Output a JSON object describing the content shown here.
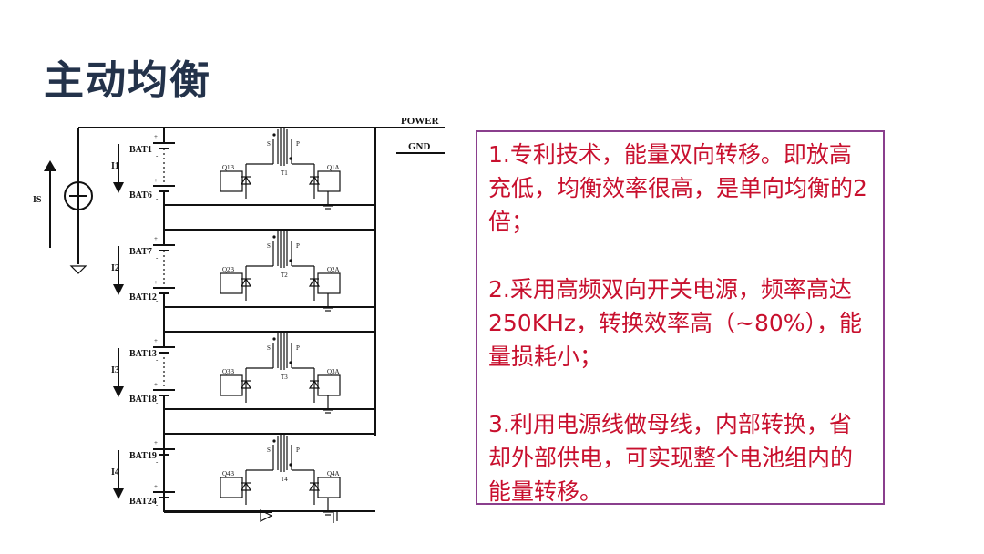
{
  "slide": {
    "title": "主动均衡"
  },
  "schematic": {
    "power_label": "POWER",
    "gnd_label": "GND",
    "source_label": "IS",
    "sections": [
      {
        "top_bat": "BAT1",
        "bottom_bat": "BAT6",
        "current": "I1",
        "transformer": "T1",
        "sw_left": "Q1B",
        "sw_right": "Q1A"
      },
      {
        "top_bat": "BAT7",
        "bottom_bat": "BAT12",
        "current": "I2",
        "transformer": "T2",
        "sw_left": "Q2B",
        "sw_right": "Q2A"
      },
      {
        "top_bat": "BAT13",
        "bottom_bat": "BAT18",
        "current": "I3",
        "transformer": "T3",
        "sw_left": "Q3B",
        "sw_right": "Q3A"
      },
      {
        "top_bat": "BAT19",
        "bottom_bat": "BAT24",
        "current": "I4",
        "transformer": "T4",
        "sw_left": "Q4B",
        "sw_right": "Q4A"
      }
    ],
    "winding_s": "S",
    "winding_p": "P",
    "plus": "+",
    "minus": "-"
  },
  "points": {
    "items": [
      "1.专利技术，能量双向转移。即放高充低，均衡效率很高，是单向均衡的2倍；",
      "2.采用高频双向开关电源，频率高达250KHz，转换效率高（~80%），能量损耗小；",
      "3.利用电源线做母线，内部转换，省却外部供电，可实现整个电池组内的能量转移。"
    ],
    "text_color": "#c8102e",
    "border_color": "#8a3f8d"
  }
}
